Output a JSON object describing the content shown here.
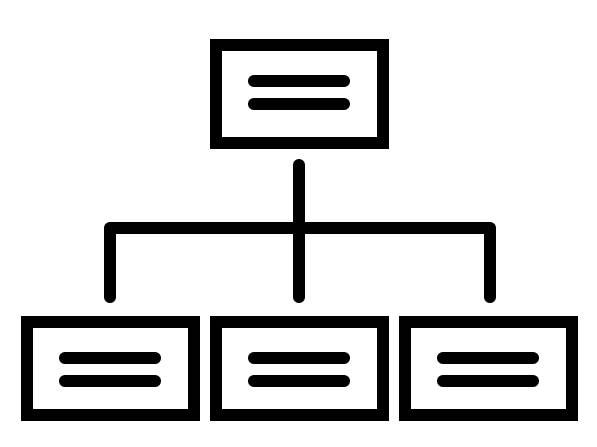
{
  "icon": {
    "name": "hierarchy-org-chart-icon",
    "stroke_color": "#000000",
    "background_color": "#ffffff",
    "nodes": [
      {
        "name": "top-node",
        "lines": 2
      },
      {
        "name": "child-node-left",
        "lines": 2
      },
      {
        "name": "child-node-middle",
        "lines": 2
      },
      {
        "name": "child-node-right",
        "lines": 2
      }
    ]
  }
}
